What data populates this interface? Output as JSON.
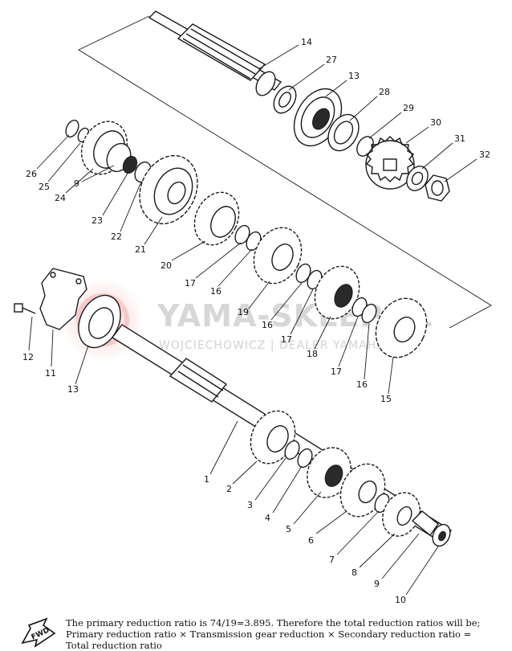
{
  "watermark": {
    "brand": "YAMA-SKLEP.PL",
    "dealer": "WOJCIECHOWICZ | DEALER YAMAHA"
  },
  "fwd_badge": "FWD",
  "note_lines": [
    "The primary reduction ratio is 74/19=3.895. Therefore the total reduction ratios will be;",
    "Primary reduction ratio × Transmission gear reduction × Secondary reduction ratio =",
    "Total reduction ratio"
  ],
  "labels": {
    "p14": "14",
    "p27": "27",
    "p13a": "13",
    "p28": "28",
    "p29": "29",
    "p30": "30",
    "p31": "31",
    "p32": "32",
    "p26": "26",
    "p25": "25",
    "p24": "24",
    "p9a": "9",
    "p23": "23",
    "p22": "22",
    "p21": "21",
    "p20": "20",
    "p17a": "17",
    "p16a": "16",
    "p19": "19",
    "p16b": "16",
    "p17b": "17",
    "p18": "18",
    "p17c": "17",
    "p16c": "16",
    "p15": "15",
    "p12": "12",
    "p11": "11",
    "p13b": "13",
    "p1": "1",
    "p2": "2",
    "p3": "3",
    "p4": "4",
    "p5": "5",
    "p6": "6",
    "p7": "7",
    "p8": "8",
    "p9b": "9",
    "p10": "10"
  }
}
